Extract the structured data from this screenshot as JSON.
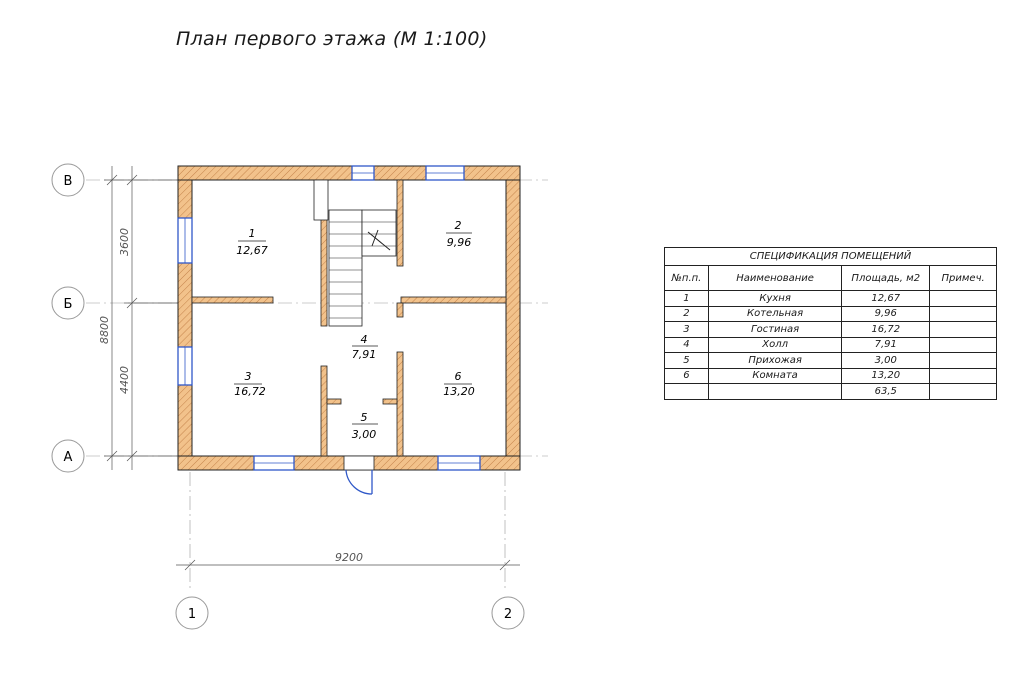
{
  "title": "План первого этажа (М 1:100)",
  "axes": {
    "rows": [
      "В",
      "Б",
      "А"
    ],
    "cols": [
      "1",
      "2"
    ]
  },
  "dimensions": {
    "total_height": "8800",
    "upper_span": "3600",
    "lower_span": "4400",
    "total_width": "9200"
  },
  "rooms": [
    {
      "num": "1",
      "area": "12,67"
    },
    {
      "num": "2",
      "area": "9,96"
    },
    {
      "num": "3",
      "area": "16,72"
    },
    {
      "num": "4",
      "area": "7,91"
    },
    {
      "num": "5",
      "area": "3,00"
    },
    {
      "num": "6",
      "area": "13,20"
    }
  ],
  "spec": {
    "caption": "СПЕЦИФИКАЦИЯ ПОМЕЩЕНИЙ",
    "headers": [
      "№п.п.",
      "Наименование",
      "Площадь, м2",
      "Примеч."
    ],
    "rows": [
      {
        "n": "1",
        "name": "Кухня",
        "area": "12,67",
        "note": ""
      },
      {
        "n": "2",
        "name": "Котельная",
        "area": "9,96",
        "note": ""
      },
      {
        "n": "3",
        "name": "Гостиная",
        "area": "16,72",
        "note": ""
      },
      {
        "n": "4",
        "name": "Холл",
        "area": "7,91",
        "note": ""
      },
      {
        "n": "5",
        "name": "Прихожая",
        "area": "3,00",
        "note": ""
      },
      {
        "n": "6",
        "name": "Комната",
        "area": "13,20",
        "note": ""
      }
    ],
    "total": "63,5"
  },
  "colors": {
    "wall": "#f2c28b",
    "window": "#2f58c8",
    "line": "#222222"
  }
}
